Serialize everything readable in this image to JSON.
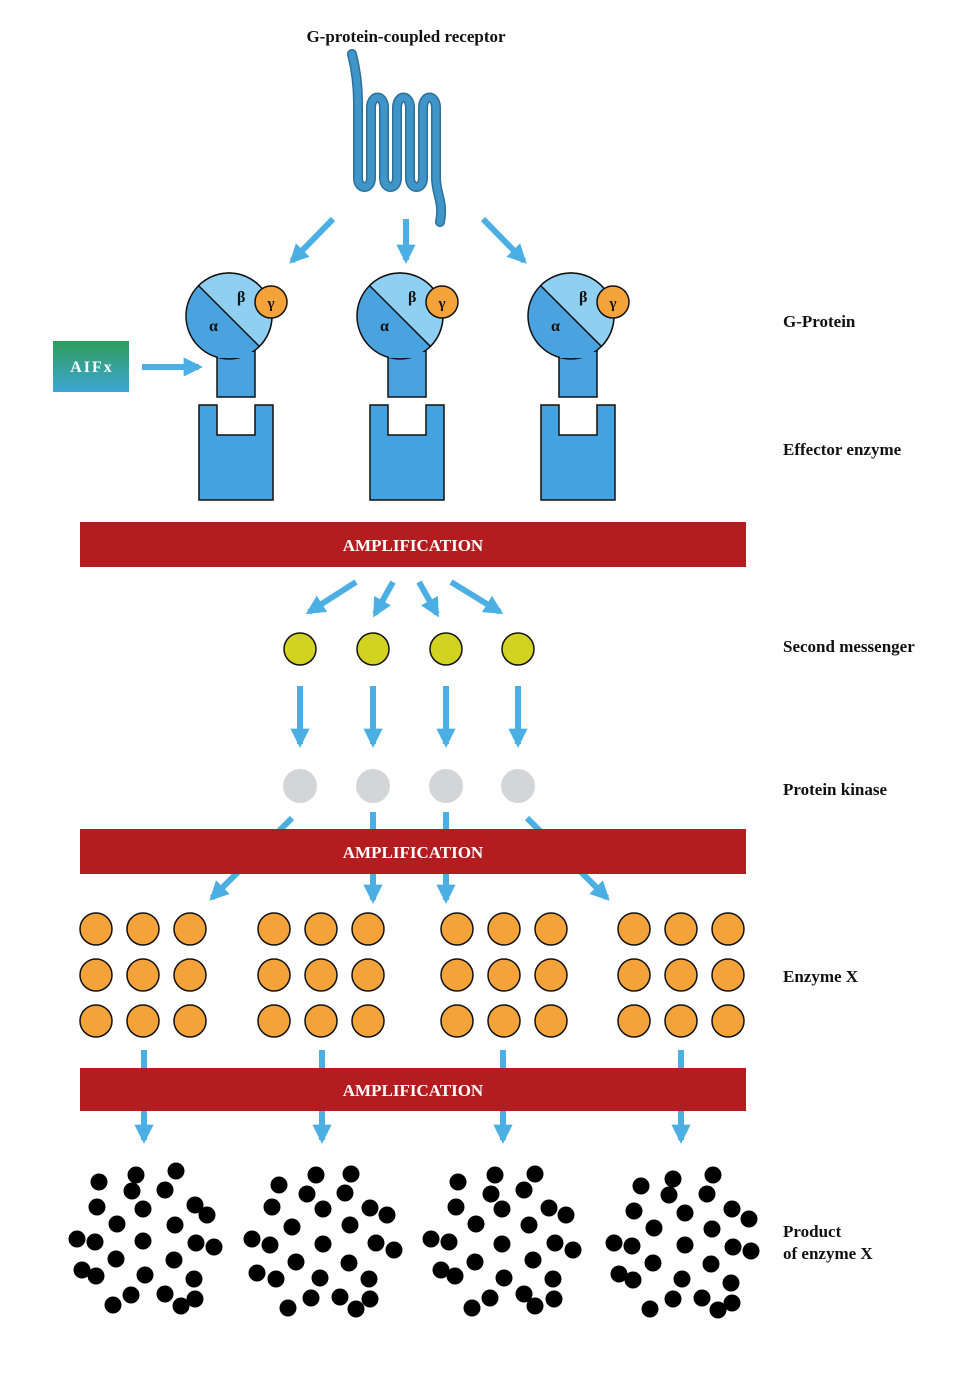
{
  "title": "G-protein-coupled receptor",
  "side_labels": {
    "g_protein": "G-Protein",
    "effector": "Effector enzyme",
    "second_messenger": "Second messenger",
    "protein_kinase": "Protein kinase",
    "enzyme_x": "Enzyme X",
    "product_line1": "Product",
    "product_line2": "of enzyme X"
  },
  "amplification": [
    "AMPLIFICATION",
    "AMPLIFICATION",
    "AMPLIFICATION"
  ],
  "alfx": "AIFx",
  "subunits": {
    "alpha": "α",
    "beta": "β",
    "gamma": "γ"
  },
  "counts": {
    "g_proteins": 3,
    "second_messengers": 4,
    "protein_kinases": 4,
    "enzyme_x_groups": 4,
    "enzyme_x_per_group": 9,
    "product_clusters": 4
  },
  "colors": {
    "receptor": "#3f95c8",
    "arrow": "#4bafe3",
    "g_alpha": "#4aa3df",
    "g_beta": "#8fd0f2",
    "g_gamma": "#f3a33a",
    "effector": "#45a2e0",
    "amplification_bar": "#b51c20",
    "second_messenger": "#d1d320",
    "protein_kinase": "#d4d5d7",
    "enzyme_x": "#f3a33a",
    "product": "#000000",
    "alfx_top": "#2f9c5a",
    "alfx_bottom": "#3da6d6"
  }
}
